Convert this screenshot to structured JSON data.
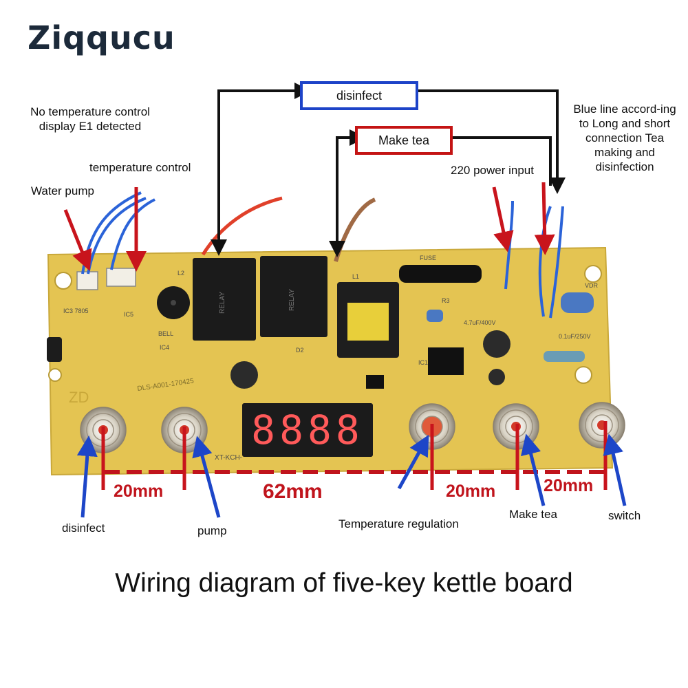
{
  "brand": {
    "logo_text": "Ziqqucu"
  },
  "notes": {
    "no_temp_control": "No temperature control display E1 detected",
    "blue_line": "Blue line accord-ing to Long and short connection Tea making and disinfection"
  },
  "top_labels": {
    "temperature_control": "temperature control",
    "water_pump": "Water pump",
    "power_input": "220 power input"
  },
  "wire_boxes": {
    "disinfect": "disinfect",
    "make_tea": "Make tea"
  },
  "board": {
    "display_digits": "8888",
    "silkscreen": {
      "model": "DLS-A001-170425",
      "xt": "XT-KCH-",
      "fuse": "FUSE",
      "bell": "BELL",
      "cap1": "4.7uF/400V",
      "cap2": "0.1uF/250V",
      "ic5": "IC5",
      "ic4": "IC4",
      "ic1": "IC1",
      "ic3": "IC3 7805",
      "d2": "D2",
      "r3": "R3",
      "vdr": "VDR",
      "zd": "ZD",
      "l1": "L1",
      "l2": "L2"
    }
  },
  "dimensions": {
    "d1": "20mm",
    "d2": "62mm",
    "d3": "20mm",
    "d4": "20mm"
  },
  "buttons": {
    "disinfect": "disinfect",
    "pump": "pump",
    "temp_regulation": "Temperature regulation",
    "make_tea": "Make tea",
    "switch": "switch"
  },
  "caption": "Wiring diagram of five-key kettle board",
  "colors": {
    "board": "#e4c452",
    "arrow_red": "#c8141c",
    "arrow_blue": "#1d46c8",
    "dim_red": "#c0141c"
  }
}
